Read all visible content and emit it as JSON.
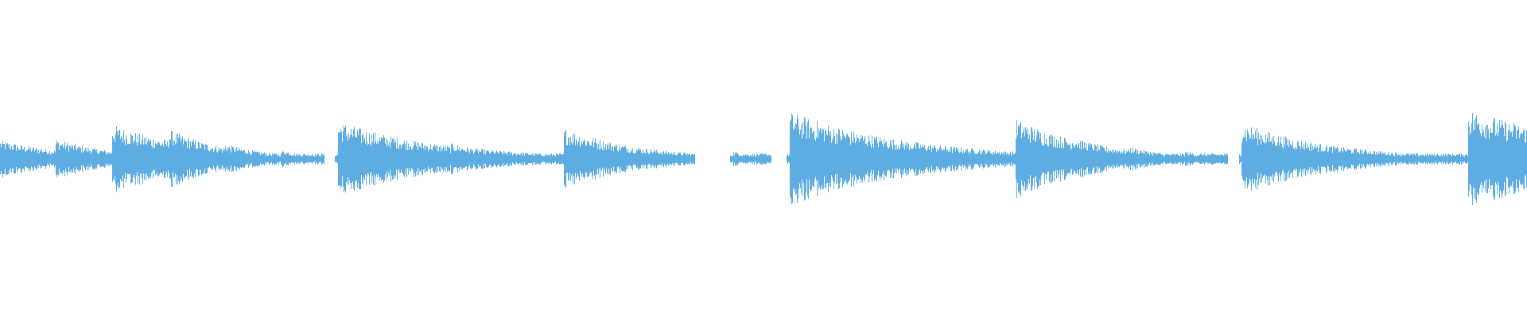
{
  "waveform": {
    "color": "#5dade2",
    "background": "#ffffff",
    "center_line_fraction": 0.5,
    "peaks": [
      {
        "t": 0.0,
        "amp": 0.12,
        "decay": 0.05
      },
      {
        "t": 0.036,
        "amp": 0.13,
        "decay": 0.04
      },
      {
        "t": 0.073,
        "amp": 0.22,
        "decay": 0.06
      },
      {
        "t": 0.11,
        "amp": 0.19,
        "decay": 0.04
      },
      {
        "t": 0.147,
        "amp": 0.1,
        "decay": 0.03
      },
      {
        "t": 0.184,
        "amp": 0.06,
        "decay": 0.02
      },
      {
        "t": 0.221,
        "amp": 0.24,
        "decay": 0.07
      },
      {
        "t": 0.295,
        "amp": 0.1,
        "decay": 0.04
      },
      {
        "t": 0.369,
        "amp": 0.2,
        "decay": 0.05
      },
      {
        "t": 0.406,
        "amp": 0.06,
        "decay": 0.02
      },
      {
        "t": 0.48,
        "amp": 0.05,
        "decay": 0.02
      },
      {
        "t": 0.517,
        "amp": 0.3,
        "decay": 0.08
      },
      {
        "t": 0.591,
        "amp": 0.11,
        "decay": 0.04
      },
      {
        "t": 0.628,
        "amp": 0.06,
        "decay": 0.03
      },
      {
        "t": 0.665,
        "amp": 0.26,
        "decay": 0.05
      },
      {
        "t": 0.702,
        "amp": 0.14,
        "decay": 0.04
      },
      {
        "t": 0.739,
        "amp": 0.08,
        "decay": 0.03
      },
      {
        "t": 0.776,
        "amp": 0.05,
        "decay": 0.02
      },
      {
        "t": 0.813,
        "amp": 0.23,
        "decay": 0.06
      },
      {
        "t": 0.887,
        "amp": 0.07,
        "decay": 0.03
      },
      {
        "t": 0.961,
        "amp": 0.32,
        "decay": 0.09
      }
    ],
    "silences": [
      {
        "start": 0.212,
        "end": 0.219
      },
      {
        "start": 0.455,
        "end": 0.478
      },
      {
        "start": 0.505,
        "end": 0.515
      },
      {
        "start": 0.804,
        "end": 0.811
      }
    ],
    "base_noise": 0.035
  }
}
